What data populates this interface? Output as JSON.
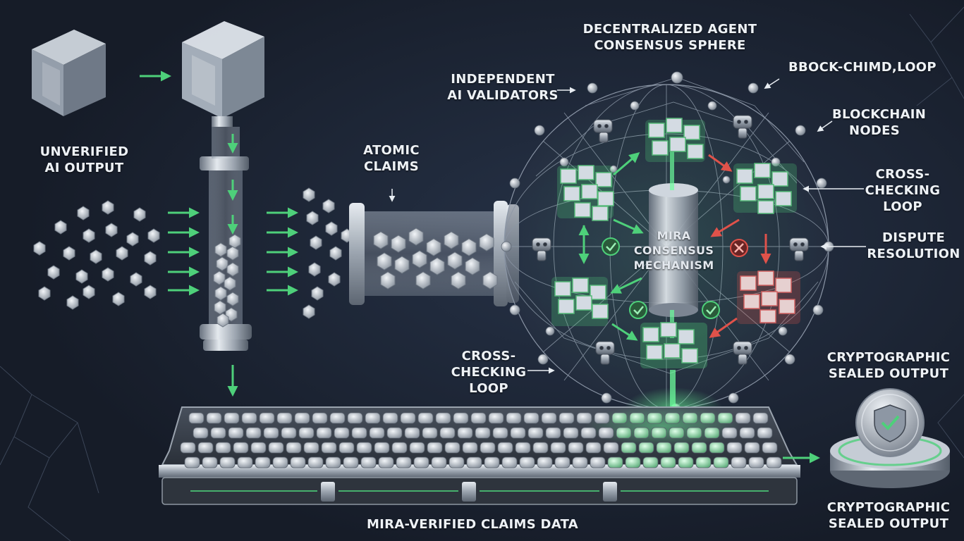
{
  "labels": {
    "unverified": [
      "UNVERIFIED",
      "AI OUTPUT"
    ],
    "atomic": [
      "ATOMIC",
      "CLAIMS"
    ],
    "sphere_title": [
      "DECENTRALIZED AGENT",
      "CONSENSUS SPHERE"
    ],
    "validators": [
      "INDEPENDENT",
      "AI VALIDATORS"
    ],
    "bbock": [
      "BBOCK-CHIMD",
      "LOOP"
    ],
    "blockchain": [
      "BLOCKCHAIN",
      "NODES"
    ],
    "cross_right": [
      "CROSS-",
      "CHECKING",
      "LOOP"
    ],
    "dispute": [
      "DISPUTE",
      "RESOLUTION"
    ],
    "mira": [
      "MIRA",
      "CONSENSUS",
      "MECHANISM"
    ],
    "cross_left": [
      "CROSS-",
      "CHECKING",
      "LOOP"
    ],
    "crypto_top": [
      "CRYPTOGRAPHIC",
      "SEALED OUTPUT"
    ],
    "crypto_bottom": [
      "CRYPTOGRAPHIC",
      "SEALED OUTPUT"
    ],
    "verified": "MIRA-VERIFIED CLAIMS DATA"
  },
  "colors": {
    "background": "#1a2130",
    "accent_green": "#4ed07a",
    "dispute_red": "#e0524a",
    "metal": "#b8c0ca"
  }
}
